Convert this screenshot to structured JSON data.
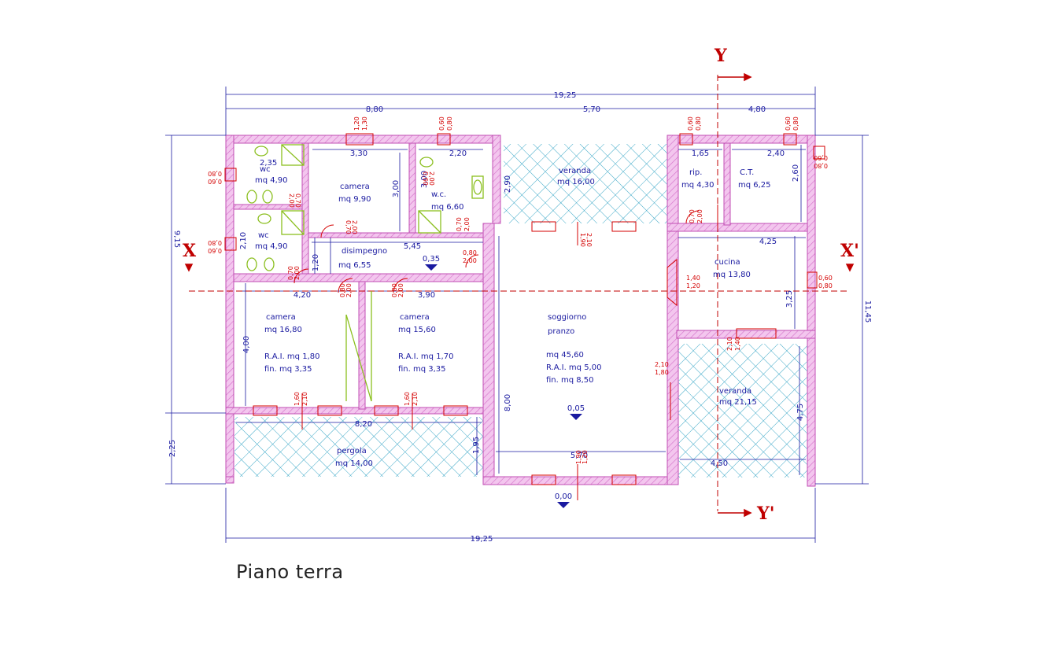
{
  "caption": "Piano terra",
  "dimensions": {
    "total_top": "19,25",
    "top_a": "8,80",
    "top_b": "5,70",
    "top_c": "4,80",
    "total_bottom": "19,25",
    "left_a": "9,15",
    "left_b": "2,25",
    "right_total": "11,45"
  },
  "section_marks": {
    "x": "X",
    "x_prime": "X'",
    "y": "Y",
    "y_prime": "Y'"
  },
  "rooms": {
    "wc1": {
      "name": "wc",
      "area": "mq  4,90",
      "dim": "2,35"
    },
    "wc2": {
      "name": "wc",
      "area": "mq  4,90",
      "dim": "2,10"
    },
    "camera1": {
      "name": "camera",
      "area": "mq  9,90",
      "dim_w": "3,30",
      "dim_h": "3,00"
    },
    "wc3": {
      "name": "w.c.",
      "area": "mq  6,60",
      "dim_w": "2,20",
      "dim_h": "3,00"
    },
    "veranda1": {
      "name": "veranda",
      "area": "mq  16,00",
      "dim": "2,90"
    },
    "rip": {
      "name": "rip.",
      "area": "mq  4,30",
      "dim": "1,65"
    },
    "ct": {
      "name": "C.T.",
      "area": "mq  6,25",
      "dim_w": "2,40",
      "dim_h": "2,60"
    },
    "disimpegno": {
      "name": "disimpegno",
      "area": "mq  6,55",
      "dim_w": "5,45",
      "dim_h": "1,20",
      "level": "0,35"
    },
    "cucina": {
      "name": "cucina",
      "area": "mq  13,80",
      "dim_w": "4,25",
      "dim_h": "3,25"
    },
    "camera2": {
      "name": "camera",
      "area": "mq  16,80",
      "rai": "R.A.I.  mq  1,80",
      "fin": "fin.  mq  3,35",
      "dim_w": "4,20",
      "dim_h": "4,00"
    },
    "camera3": {
      "name": "camera",
      "area": "mq  15,60",
      "rai": "R.A.I.  mq  1,70",
      "fin": "fin.  mq  3,35",
      "dim_w": "3,90"
    },
    "soggiorno": {
      "name1": "soggiorno",
      "name2": "pranzo",
      "area": "mq  45,60",
      "rai": "R.A.I.  mq  5,00",
      "fin": "fin.  mq  8,50",
      "dim_w": "5,70",
      "dim_h": "8,00",
      "level": "0,05"
    },
    "veranda2": {
      "name": "veranda",
      "area": "mq  21,15",
      "dim_w": "4,50",
      "dim_h": "4,75"
    },
    "pergola": {
      "name": "pergola",
      "area": "mq  14,00",
      "dim_w": "8,20",
      "dim_h": "1,95"
    }
  },
  "levels": {
    "entrance": "0,00"
  },
  "openings": {
    "w1": "1,20",
    "w1b": "1,30",
    "w2": "0,60",
    "w2b": "0,80",
    "w3": "0,60",
    "w3b": "0,80",
    "w4": "0,60",
    "w4b": "0,80",
    "w5": "0,60",
    "w5b": "0,80",
    "d_soggiorno_top": "1,90",
    "d_soggiorno_top_b": "2,10",
    "d_cam2": "1,60",
    "d_cam2_b": "2,10",
    "d_cam3": "1,60",
    "d_cam3_b": "2,10",
    "d_sog_bottom": "1,90",
    "d_sog_bottom_b": "1,20",
    "d_cucina": "1,40",
    "d_cucina_b": "1,20",
    "d_rip": "0,70",
    "d_rip_b": "2,00",
    "d_cuc_bottom": "2,10",
    "d_cuc_bottom_b": "1,40",
    "d_veranda": "2,10",
    "d_veranda_b": "1,80",
    "d_wc3": "0,70",
    "d_wc3_b": "2,00",
    "d_dis": "0,80",
    "d_dis_b": "2,00",
    "d_cam1": "0,70",
    "d_cam1_b": "2,00",
    "d_cam_int": "0,80",
    "d_cam_int_b": "2,00",
    "d_cam_int2": "0,80",
    "d_cam_int2_b": "2,00",
    "d_wc_a": "0,70",
    "d_wc_a_b": "2,00",
    "win_left1": "0,80",
    "win_left1_b": "0,60",
    "win_left2": "0,80",
    "win_left2_b": "0,60",
    "win_right_top": "0,60",
    "win_right_top_b": "2,00",
    "win_cucina": "0,60",
    "win_cucina_b": "0,80",
    "wc_win": "0,70",
    "wc_win_b": "2,00"
  }
}
